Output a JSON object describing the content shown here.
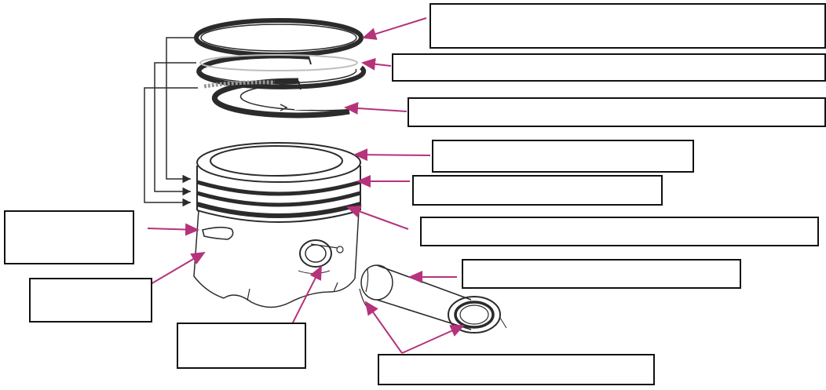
{
  "diagram": {
    "subject": "piston-assembly",
    "colors": {
      "line": "#2b2b2b",
      "arrow": "#b5337a",
      "box": "#111111",
      "shade": "#bdbdbd"
    },
    "labels": [
      {
        "id": "top-compression-ring",
        "text": ""
      },
      {
        "id": "second-compression-ring",
        "text": ""
      },
      {
        "id": "oil-control-ring",
        "text": ""
      },
      {
        "id": "piston-crown",
        "text": ""
      },
      {
        "id": "ring-lands",
        "text": ""
      },
      {
        "id": "ring-grooves",
        "text": ""
      },
      {
        "id": "gudgeon-pin",
        "text": ""
      },
      {
        "id": "circlips",
        "text": ""
      },
      {
        "id": "oil-drain-hole",
        "text": ""
      },
      {
        "id": "piston-skirt",
        "text": ""
      },
      {
        "id": "pin-boss",
        "text": ""
      }
    ]
  }
}
